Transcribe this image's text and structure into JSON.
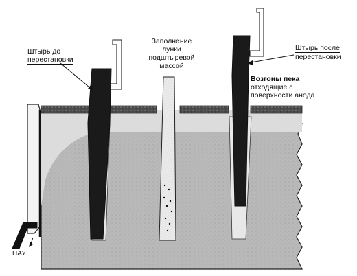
{
  "labels": {
    "pin_before_line1": "Штырь до",
    "pin_before_line2": "перестановки",
    "fill_line1": "Заполнение",
    "fill_line2": "лунки",
    "fill_line3": "подштыревой",
    "fill_line4": "массой",
    "pin_after_line1": "Штырь после",
    "pin_after_line2": "перестановки",
    "fumes_line1": "Возгоны пека",
    "fumes_line2": "отходящие с",
    "fumes_line3": "поверхности анода",
    "pau": "ПАУ"
  },
  "colors": {
    "anode_body": "#b9b9b9",
    "anode_top": "#dcdcdc",
    "crust": "#5a5a5a",
    "pin": "#1a1a1a",
    "outline": "#222222",
    "background": "#ffffff"
  }
}
